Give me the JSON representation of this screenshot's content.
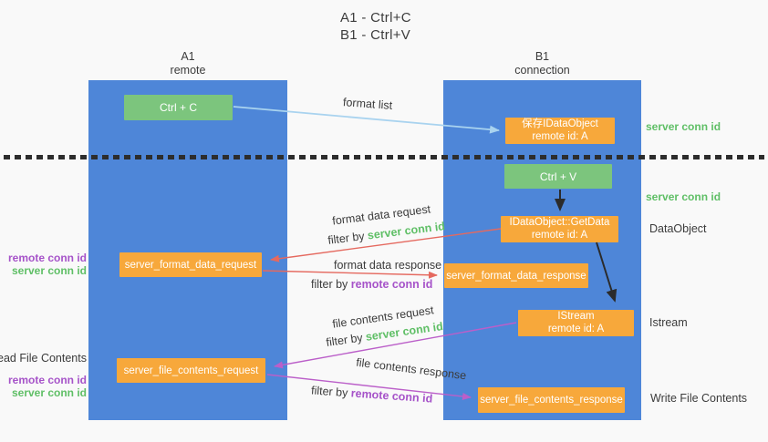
{
  "title": {
    "line1": "A1 - Ctrl+C",
    "line2": "B1 - Ctrl+V"
  },
  "lanes": {
    "left": {
      "name": "A1",
      "role": "remote"
    },
    "right": {
      "name": "B1",
      "role": "connection"
    }
  },
  "nodes": {
    "ctrl_c": {
      "label": "Ctrl + C"
    },
    "ctrl_v": {
      "label": "Ctrl + V"
    },
    "save_dataobject": {
      "line1": "保存IDataObject",
      "line2": "remote id: A"
    },
    "getdata": {
      "line1": "IDataObject::GetData",
      "line2": "remote id: A"
    },
    "istream": {
      "line1": "IStream",
      "line2": "remote id: A"
    },
    "server_format_data_request": {
      "label": "server_format_data_request"
    },
    "server_format_data_response": {
      "label": "server_format_data_response"
    },
    "server_file_contents_request": {
      "label": "server_file_contents_request"
    },
    "server_file_contents_response": {
      "label": "server_file_contents_response"
    }
  },
  "flow_labels": {
    "format_list": "format list",
    "format_data_request": "format data request",
    "format_data_response": "format data response",
    "file_contents_request": "file contents request",
    "file_contents_response": "file contents response",
    "filter_by": "filter by",
    "server_conn_id": "server conn id",
    "remote_conn_id": "remote conn id"
  },
  "side_labels": {
    "server_conn_id": "server conn id",
    "remote_conn_id": "remote conn id",
    "dataobject": "DataObject",
    "istream": "Istream",
    "read_file_contents": "Read File Contents",
    "write_file_contents": "Write File Contents"
  },
  "colors": {
    "background": "#f9f9f9",
    "lane_blue": "#4e86d8",
    "node_green": "#7cc57d",
    "node_orange": "#f7a83b",
    "arrow_light_blue": "#a9d3ef",
    "arrow_red": "#e5695f",
    "arrow_magenta": "#bb5fc9",
    "arrow_black": "#2b2b2b",
    "text_green": "#5fbf66",
    "text_purple": "#a653c9",
    "text_dark": "#3b3b3b"
  }
}
